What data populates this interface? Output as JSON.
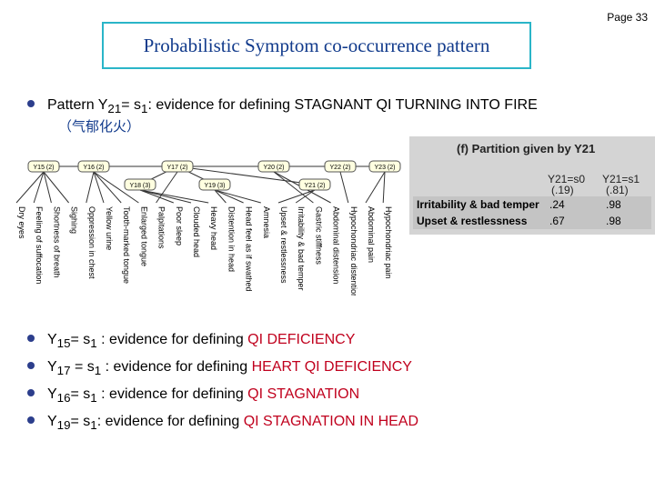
{
  "page": {
    "number": "Page 33"
  },
  "title": "Probabilistic Symptom co-occurrence pattern",
  "bullet1": {
    "pre": "Pattern Y",
    "sub": "21",
    "mid": "= s",
    "sub2": "1",
    "post": ": evidence for defining STAGNANT QI TURNING INTO FIRE",
    "chinese": "（气郁化火）"
  },
  "tree": {
    "top_nodes": [
      "Y15 (2)",
      "Y16 (2)",
      "Y17 (2)",
      "Y20 (2)",
      "Y22 (2)",
      "Y23 (2)"
    ],
    "mid_nodes": [
      "Y18 (3)",
      "Y19 (3)",
      "Y21 (2)"
    ],
    "leaves": [
      "Dry eyes",
      "Feeling of suffocation",
      "Shortness of breath",
      "Sighing",
      "Oppression in chest",
      "Yellow urine",
      "Tooth-marked tongue",
      "Enlarged tongue",
      "Palpitations",
      "Poor sleep",
      "Clouded head",
      "Heavy head",
      "Distention in head",
      "Head feel as if swathed",
      "Amnesia",
      "Upset & restlessness",
      "Irritability & bad temper",
      "Gastric stiffness",
      "Abdominal distension",
      "Hypochondriac distention",
      "Abdominal pain",
      "Hypochondriac pain"
    ]
  },
  "partition_table": {
    "label": "(f) Partition given by",
    "variable": "Y21",
    "columns": [
      "Y21=s0",
      "Y21=s1"
    ],
    "priors": [
      "(.19)",
      "(.81)"
    ],
    "rows": [
      {
        "label": "Irritability & bad temper",
        "values": [
          ".24",
          ".98"
        ]
      },
      {
        "label": "Upset & restlessness",
        "values": [
          ".67",
          ".98"
        ]
      }
    ]
  },
  "bullets": [
    {
      "var": "Y",
      "sub": "15",
      "eq": "= s",
      "s": "1",
      "text": " : evidence for defining ",
      "highlight": "QI DEFICIENCY"
    },
    {
      "var": "Y",
      "sub": "17",
      "eq": " = s",
      "s": "1",
      "text": " : evidence for defining ",
      "highlight": "HEART QI DEFICIENCY"
    },
    {
      "var": "Y",
      "sub": "16",
      "eq": "= s",
      "s": "1",
      "text": " : evidence for defining ",
      "highlight": "QI STAGNATION"
    },
    {
      "var": "Y",
      "sub": "19",
      "eq": "= s",
      "s": "1",
      "text": ": evidence for defining ",
      "highlight": "QI STAGNATION IN HEAD"
    }
  ],
  "colors": {
    "title_border": "#2ab5c8",
    "title_text": "#123b8c",
    "highlight": "#c0001d",
    "node_fill": "#ffffe0"
  }
}
